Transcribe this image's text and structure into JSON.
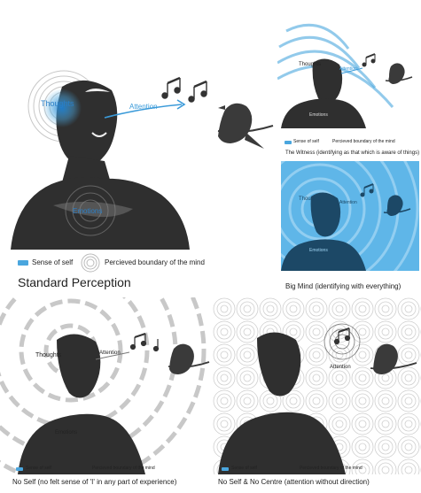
{
  "colors": {
    "accent": "#3a9ad9",
    "swatch": "#4aa6de",
    "bigmind_bg": "#5fb6e8",
    "ink": "#2b2b2b"
  },
  "panels": {
    "standard": {
      "thoughts": "Thoughts",
      "attention": "Attention",
      "emotions": "Emotions",
      "legend_self": "Sense of self",
      "legend_boundary": "Percieved boundary of the mind",
      "caption": "Standard Perception"
    },
    "witness": {
      "thoughts": "Thoughts",
      "attention": "Attention",
      "emotions": "Emotions",
      "legend_self": "Sense of self",
      "legend_boundary": "Percieved boundary of the mind",
      "caption": "The Witness (identifying as that which is aware of things)"
    },
    "bigmind": {
      "thoughts": "Thoughts",
      "attention": "Attention",
      "emotions": "Emotions",
      "caption": "Big Mind (identifying with everything)"
    },
    "noself": {
      "thoughts": "Thoughts",
      "attention": "Attention",
      "emotions": "Emotions",
      "legend_self": "Sense of self",
      "legend_boundary": "Percieved boundary of the mind",
      "caption": "No Self (no felt sense of 'I' in any part of experience)"
    },
    "nocentre": {
      "attention": "Attention",
      "legend_self": "Sense of self",
      "legend_boundary": "Percieved boundary of the mind",
      "caption": "No Self & No Centre (attention without direction)"
    }
  }
}
